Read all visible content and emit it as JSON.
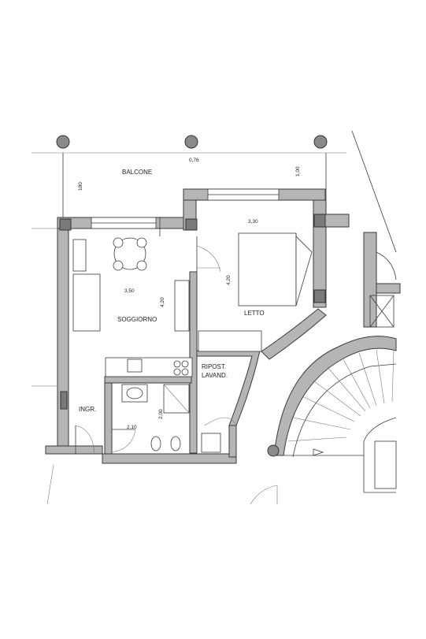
{
  "plan": {
    "rooms": {
      "balcone": "BALCONE",
      "soggiorno": "SOGGIORNO",
      "letto": "LETTO",
      "ripost_line1": "RIPOST.",
      "ripost_line2": "LAVAND.",
      "ingresso": "INGR."
    },
    "dimensions": {
      "balcone_width": "0,76",
      "balcone_depth_right": "1,00",
      "balcone_depth_left": "180",
      "letto_width": "3,30",
      "letto_depth": "4,20",
      "soggiorno_width": "3,50",
      "soggiorno_depth": "4,20",
      "bagno_width": "2,10",
      "bagno_depth": "2,00"
    }
  }
}
